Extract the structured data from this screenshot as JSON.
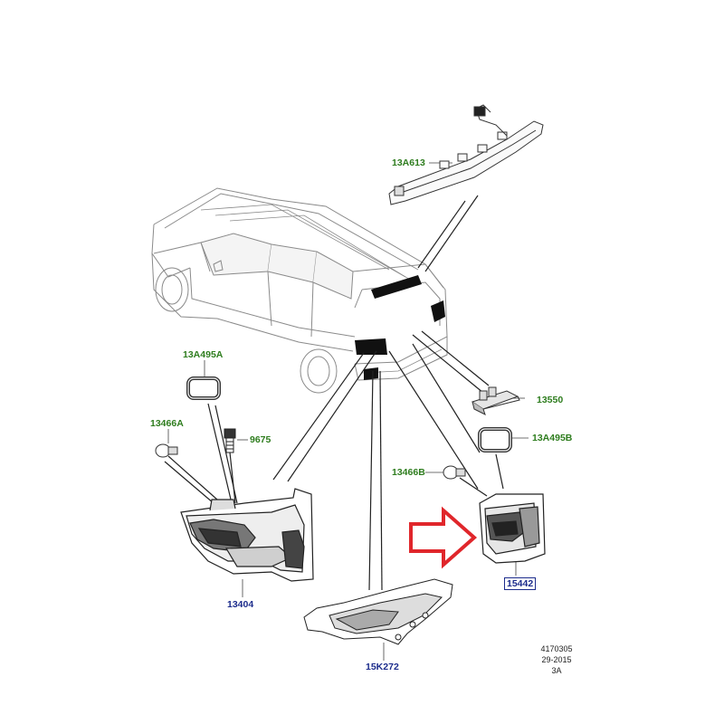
{
  "callouts": {
    "brake_light_bar": "13A613",
    "gasket_left": "13A495A",
    "bulb_left": "13466A",
    "screw": "9675",
    "lamp_left": "13404",
    "plate_lamp": "13550",
    "gasket_right": "13A495B",
    "bulb_right": "13466B",
    "lamp_right": "15442",
    "bumper_lamp": "15K272"
  },
  "reference": {
    "number": "4170305",
    "date": "29-2015",
    "sheet": "3A"
  },
  "colors": {
    "callout_green": "#2e7d1e",
    "callout_blue": "#1c2c8c",
    "highlight_arrow": "#e0262b",
    "line_art": "#555555"
  }
}
